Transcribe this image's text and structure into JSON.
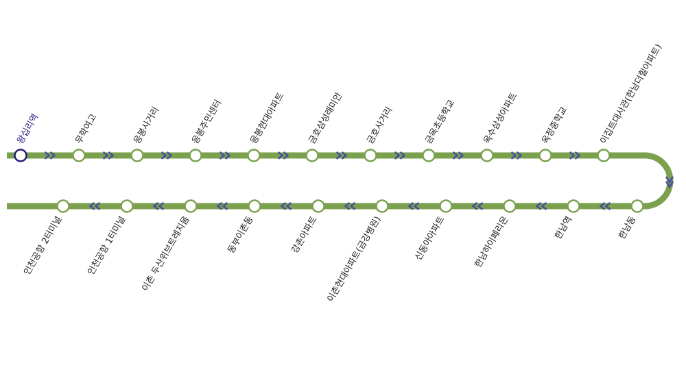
{
  "colors": {
    "line": "#7ba14f",
    "arrow": "#4a4f9a",
    "station_fill": "#ffffff",
    "start_station_stroke": "#1f1a7a",
    "start_label": "#1f1a7a",
    "label": "#222222"
  },
  "stations_top": [
    "왕십리역",
    "무학여고",
    "응봉사거리",
    "응봉주민센터",
    "응봉현대아파트",
    "금호삼성래미안",
    "금호사거리",
    "금옥초등학교",
    "옥수삼성아파트",
    "옥정중학교",
    "이집트대사관(한남더힐아파트)"
  ],
  "stations_bottom": [
    "한남동",
    "한남역",
    "한남하이페리온",
    "신동아아파트",
    "이촌현대아파트(금강병원)",
    "강촌아파트",
    "동부이촌동",
    "이촌 두산위브트레지움",
    "인천공항 1터미널",
    "인천공항 2터미널"
  ]
}
